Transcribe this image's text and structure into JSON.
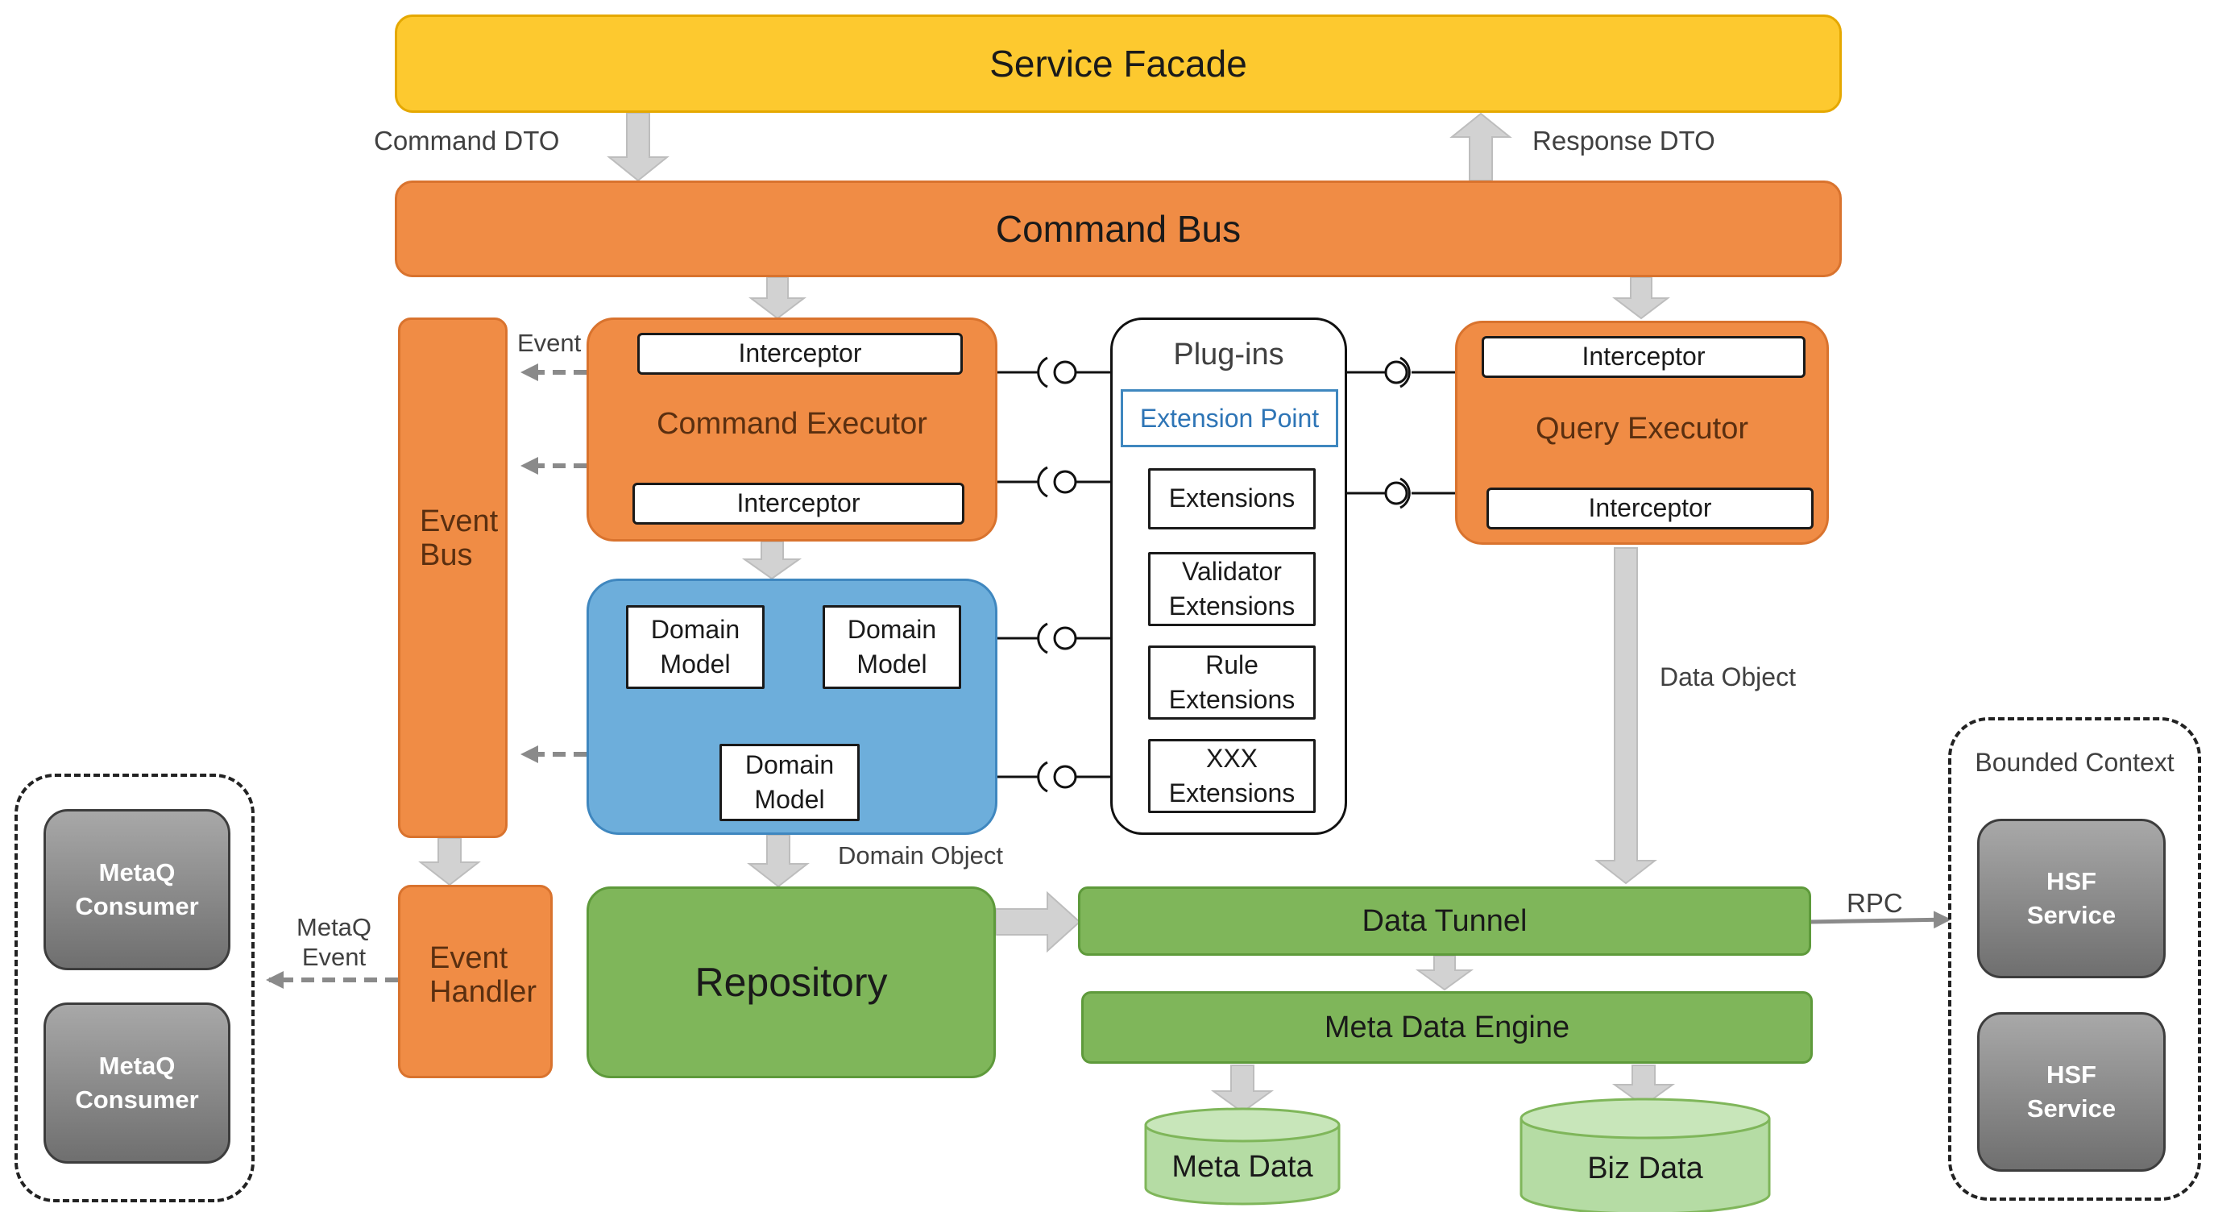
{
  "service_facade": {
    "label": "Service Facade"
  },
  "command_bus": {
    "label": "Command Bus"
  },
  "dto_labels": {
    "command": "Command DTO",
    "response": "Response DTO"
  },
  "command_executor": {
    "label": "Command Executor",
    "interceptor_top": "Interceptor",
    "interceptor_bottom": "Interceptor"
  },
  "query_executor": {
    "label": "Query Executor",
    "interceptor_top": "Interceptor",
    "interceptor_bottom": "Interceptor"
  },
  "event_bus": {
    "line1": "Event",
    "line2": "Bus",
    "event_label": "Event"
  },
  "event_handler": {
    "line1": "Event",
    "line2": "Handler"
  },
  "domain_models": {
    "top_left": [
      "Domain",
      "Model"
    ],
    "top_right": [
      "Domain",
      "Model"
    ],
    "bottom": [
      "Domain",
      "Model"
    ],
    "output_label": "Domain Object"
  },
  "plugins": {
    "title": "Plug-ins",
    "extension_point": "Extension Point",
    "items": [
      {
        "line1": "Extensions",
        "line2": ""
      },
      {
        "line1": "Validator",
        "line2": "Extensions"
      },
      {
        "line1": "Rule",
        "line2": "Extensions"
      },
      {
        "line1": "XXX",
        "line2": "Extensions"
      }
    ]
  },
  "data_object_label": "Data Object",
  "repository": {
    "label": "Repository"
  },
  "data_tunnel": {
    "label": "Data Tunnel"
  },
  "meta_data_engine": {
    "label": "Meta Data Engine"
  },
  "stores": {
    "meta_data": "Meta Data",
    "biz_data": "Biz Data"
  },
  "rpc_label": "RPC",
  "metaq": {
    "event_label_line1": "MetaQ",
    "event_label_line2": "Event",
    "consumers": [
      {
        "line1": "MetaQ",
        "line2": "Consumer"
      },
      {
        "line1": "MetaQ",
        "line2": "Consumer"
      }
    ]
  },
  "bounded_context": {
    "title": "Bounded Context",
    "services": [
      {
        "line1": "HSF",
        "line2": "Service"
      },
      {
        "line1": "HSF",
        "line2": "Service"
      }
    ]
  },
  "colors": {
    "facade_yellow": "#FDC92F",
    "bus_orange": "#F08C45",
    "domain_blue": "#6DAEDB",
    "repo_green": "#7FB65A",
    "store_green": "#B5DCA4",
    "arrow_gray": "#D0D0D0"
  }
}
